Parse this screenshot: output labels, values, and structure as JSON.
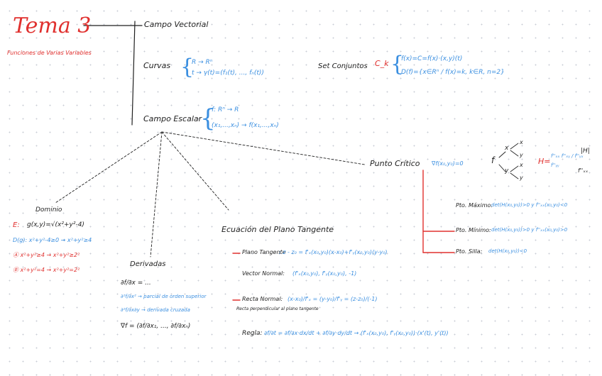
{
  "title": {
    "heading": "Tema 3",
    "subtitle": "Funciones de Varias Variables"
  },
  "top_node": {
    "label": "Campo Vectorial"
  },
  "curves": {
    "label": "Curvas",
    "line1": "R → Rⁿ",
    "line2": "t → γ(t)=(f₁(t), ..., fₙ(t))"
  },
  "level_sets": {
    "label": "Set Conjuntos",
    "marker": "C_k",
    "line1": "f(x)=C=f(x)·(x,y)(t)",
    "line2": "D(f)={x∈Rⁿ / f(x)=k, k∈R, n=2}"
  },
  "scalar_field": {
    "label": "Campo Escalar",
    "line1": "f: Rⁿ → R",
    "line2": "(x₁,...,xₙ) → f(x₁,...,xₙ)"
  },
  "domain_node": {
    "label": "Dominio",
    "marker": "E:",
    "line1": "g(x,y)=√(x²+y²-4)",
    "line2": "D(g): x²+y²-4≥0 → x²+y²≥4",
    "line3": "Ⓐ x²+y²≥4 → x²+y²≥2²",
    "line4": "Ⓑ x²+y²=4 → x²+y²=2²"
  },
  "derivatives": {
    "label": "Derivadas",
    "line1": "∂f/∂x = ...",
    "line2": "∂²f/∂x² → parcial de orden superior",
    "line3": "∂²f/∂x∂y → derivada cruzada",
    "line4": "∇f = (∂f/∂x₁, ..., ∂f/∂xₙ)"
  },
  "tangent_plane": {
    "label": "Ecuación del Plano Tangente",
    "normal_label": "Plano Tangente",
    "normal_eq": ": z - z₀ = f'ₓ(x₀,y₀)(x-x₀)+f'ᵧ(x₀,y₀)(y-y₀)",
    "vector_label": "Vector Normal:",
    "vector_eq": "(f'ₓ(x₀,y₀), f'ᵧ(x₀,y₀), -1)",
    "line_label": "Recta Normal:",
    "line_eq": "(x-x₀)/f'ₓ = (y-y₀)/f'ᵧ = (z-z₀)/(-1)",
    "note": "Recta perpendicular al plano tangente",
    "chain_label": "Regla:",
    "chain_eq": "∂f/∂t = ∂f/∂x·dx/dt + ∂f/∂y·dy/dt → (f'ₓ(x₀,y₀), f'ᵧ(x₀,y₀))·(x'(t), y'(t))"
  },
  "critical_points": {
    "label": "Punto Crítico",
    "condition": "∇f(x₀,y₀)=0",
    "tree_root": "f",
    "tree_a": "x",
    "tree_b": "y",
    "tree_leaves": [
      "x",
      "y",
      "x",
      "y"
    ],
    "hessian_marker": "H=",
    "hessian_matrix": "f''ₓₓ  f''ₓᵧ / f''ᵧₓ  f''ᵧᵧ",
    "hessian_cut": "|H|",
    "hessian_side": "f''ₓₓ",
    "max_label": "Pto. Máximo:",
    "max_eq": "det(H(x₀,y₀))>0  y  f''ₓₓ(x₀,y₀)<0",
    "min_label": "Pto. Mínimo:",
    "min_eq": "det(H(x₀,y₀))>0  y  f''ₓₓ(x₀,y₀)>0",
    "saddle_label": "Pto. Silla:",
    "saddle_eq": "det(H(x₀,y₀))<0"
  },
  "colors": {
    "ink": "#1f1f1f",
    "blue": "#3b8fe0",
    "red": "#e0302e",
    "dots": "#c9cdd6"
  }
}
